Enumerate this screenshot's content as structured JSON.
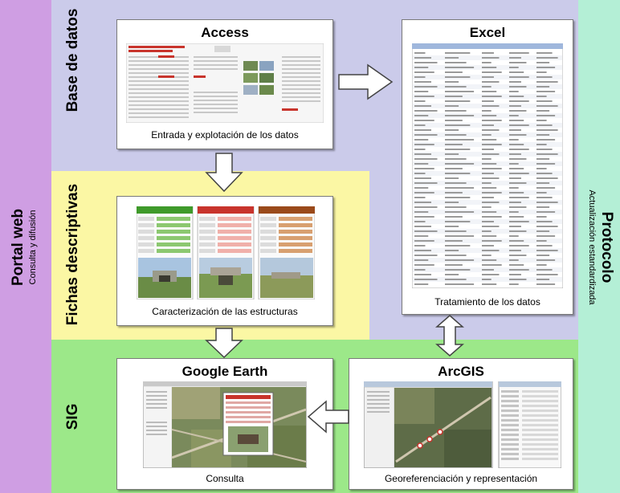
{
  "bands": {
    "portal": {
      "title": "Portal web",
      "subtitle": "Consulta y difusión"
    },
    "protocol": {
      "title": "Protocolo",
      "subtitle": "Actualización estandardizada"
    },
    "database": {
      "title": "Base de datos"
    },
    "fichas": {
      "title": "Fichas  descriptivas"
    },
    "sig": {
      "title": "SIG"
    }
  },
  "panels": {
    "access": {
      "title": "Access",
      "caption": "Entrada y explotación de los datos"
    },
    "excel": {
      "title": "Excel",
      "caption": "Tratamiento  de los datos"
    },
    "fichas": {
      "caption": "Caracterización de las estructuras"
    },
    "google_earth": {
      "title": "Google Earth",
      "caption": "Consulta"
    },
    "arcgis": {
      "title": "ArcGIS",
      "caption": "Georeferenciación y representación"
    }
  },
  "colors": {
    "portal": "#cf9ee3",
    "protocol": "#b4efd6",
    "database": "#cbcbea",
    "fichas": "#fbf7a4",
    "sig": "#9ce889",
    "card_green": "#3f9a2a",
    "card_red": "#c8342c",
    "card_brown": "#9a4a1a"
  }
}
